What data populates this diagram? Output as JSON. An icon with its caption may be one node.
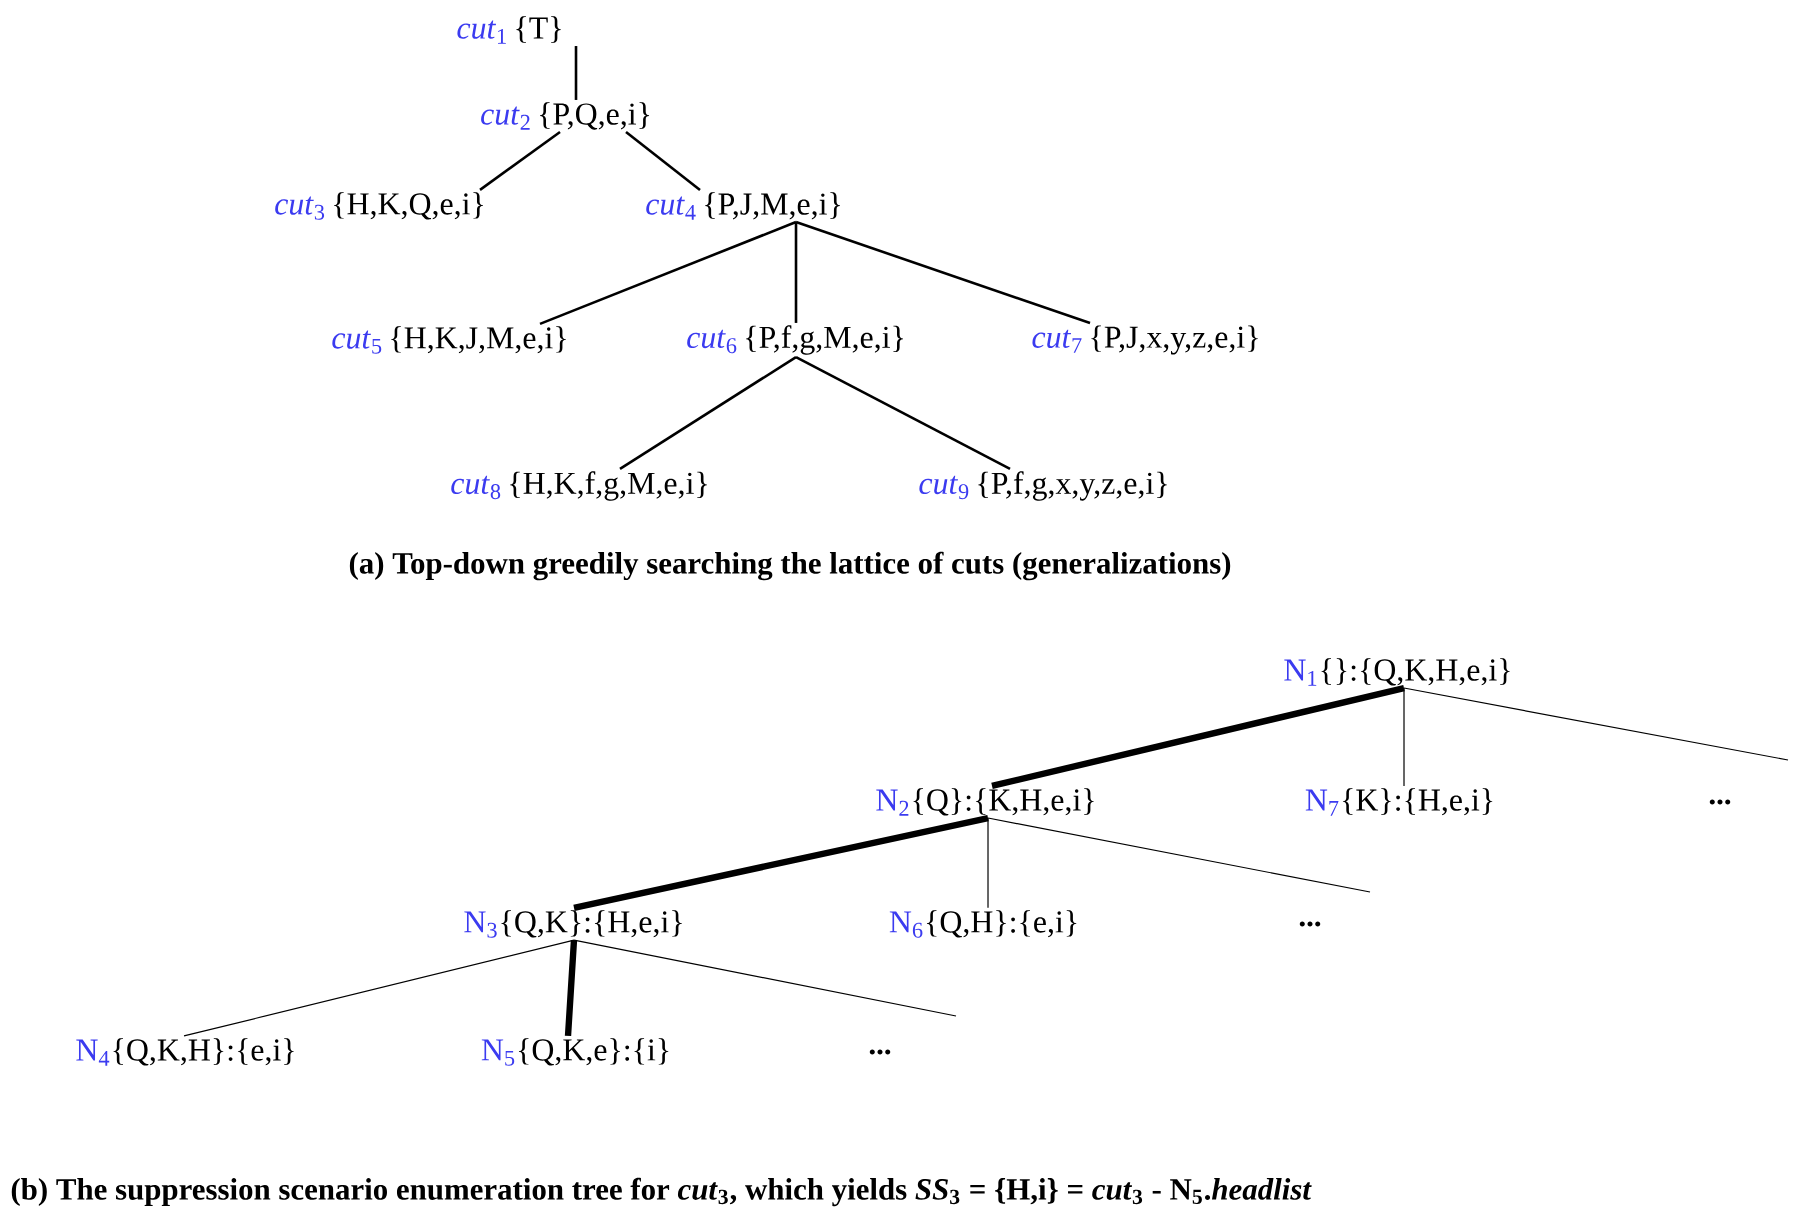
{
  "diagram": {
    "caption": "(b) The suppression scenario enumeration tree for *cut*$_{3}$, which yields *SS*$_{3}$ = {H,i} = *cut*$_{3}$ - N$_{5}$.*headlist*",
    "nodes": [
      {
        "text": [
          "*cut*$_{1}$",
          "{T}"
        ]
      },
      {
        "text": [
          "*cut*$_{2}$",
          "{P,Q,e,i}"
        ]
      },
      {
        "text": [
          "*cut*$_{3}$",
          "{H,K,Q,e,i}"
        ]
      },
      {
        "text": [
          "*cut*$_{4}$",
          "{P,J,M,e,i}"
        ]
      },
      {
        "text": [
          "*cut*$_{5}$",
          "{H,K,J,M,e,i}"
        ]
      },
      {
        "text": [
          "*cut*$_{6}$",
          "{P,f,g,M,e,i}"
        ]
      },
      {
        "text": [
          "*cut*$_{7}$",
          "{P,J,x,y,z,e,i}"
        ]
      },
      {
        "text": [
          "*cut*$_{8}$",
          "{H,K,f,g,M,e,i}"
        ]
      },
      {
        "text": [
          "*cut*$_{9}$",
          "{P,f,g,x,y,z,e,i}"
        ]
      },
      {
        "text": [
          "N$_{1}$",
          "{}:{Q,K,H,e,i}"
        ]
      },
      {
        "text": [
          "N$_{2}$",
          "{Q}:{K,H,e,i}"
        ]
      },
      {
        "text": [
          "N$_{7}$",
          "{K}:{H,e,i}"
        ]
      },
      {
        "text": [
          "N$_{3}$",
          "{Q,K}:{H,e,i}"
        ]
      },
      {
        "text": [
          "N$_{6}$",
          "{Q,H}:{e,i}"
        ]
      },
      {
        "text": [
          "N$_{4}$",
          "{Q,K,H}:{e,i}"
        ]
      },
      {
        "text": [
          "N$_{5}$",
          "{Q,K,e}:{i}"
        ]
      }
    ],
    "edges": [
      {
        "from": 0,
        "to": 1,
        "arrow": "none"
      },
      {
        "from": 1,
        "to": 2,
        "arrow": "none"
      },
      {
        "from": 1,
        "to": 3,
        "arrow": "none"
      },
      {
        "from": 3,
        "to": 4,
        "arrow": "none"
      },
      {
        "from": 3,
        "to": 5,
        "arrow": "none"
      },
      {
        "from": 3,
        "to": 6,
        "arrow": "none"
      },
      {
        "from": 5,
        "to": 7,
        "arrow": "none"
      },
      {
        "from": 5,
        "to": 8,
        "arrow": "none"
      },
      {
        "from": 9,
        "to": 10,
        "arrow": "none",
        "style": "thick"
      },
      {
        "from": 9,
        "to": 11,
        "arrow": "none"
      },
      {
        "from": 9,
        "to": null,
        "arrow": "none"
      },
      {
        "from": 10,
        "to": 12,
        "arrow": "none",
        "style": "thick"
      },
      {
        "from": 10,
        "to": 13,
        "arrow": "none"
      },
      {
        "from": 10,
        "to": null,
        "arrow": "none"
      },
      {
        "from": 12,
        "to": 14,
        "arrow": "none"
      },
      {
        "from": 12,
        "to": 15,
        "arrow": "none",
        "style": "thick"
      },
      {
        "from": 12,
        "to": null,
        "arrow": "none"
      }
    ],
    "labels": [
      "(a) Top-down greedily searching the lattice of cuts (generalizations)",
      "...",
      "...",
      "..."
    ]
  }
}
